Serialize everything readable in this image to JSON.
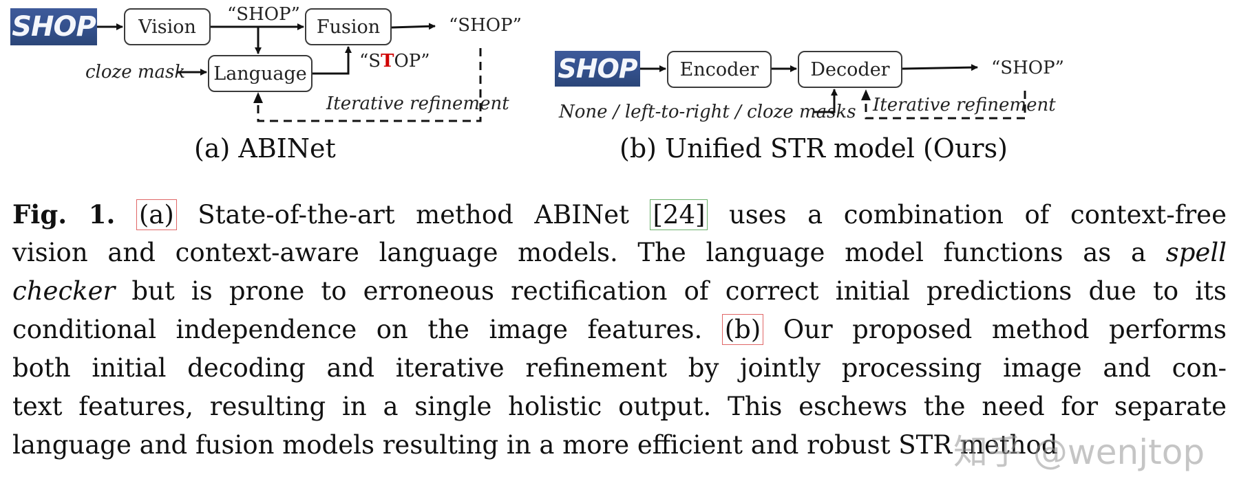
{
  "figure_a": {
    "image_text": "SHOP",
    "vision_label": "Vision",
    "language_label": "Language",
    "fusion_label": "Fusion",
    "vision_output": "“SHOP”",
    "language_output_pre": "“S",
    "language_output_err": "T",
    "language_output_post": "OP”",
    "fusion_output": "“SHOP”",
    "cloze_mask": "cloze mask",
    "iterative": "Iterative refinement",
    "caption": "(a) ABINet"
  },
  "figure_b": {
    "image_text": "SHOP",
    "encoder_label": "Encoder",
    "decoder_label": "Decoder",
    "output": "“SHOP”",
    "masks": "None / left-to-right / cloze masks",
    "iterative": "Iterative refinement",
    "caption": "(b) Unified STR model (Ours)"
  },
  "body": {
    "fig_label": "Fig. 1.",
    "ref_a": "(a)",
    "line1": "State-of-the-art method ABINet",
    "cite": "[24]",
    "line1_end": "uses a combination of context-free",
    "line2_pre": "vision and context-aware language models. The language model functions as a",
    "line2_ital": "spell",
    "line3_ital": "checker",
    "line3_rest": "but is prone to erroneous rectification of correct initial predictions due to its",
    "line4_pre": "conditional independence on the image features.",
    "ref_b": "(b)",
    "line4_post": "Our proposed method performs",
    "line5": "both initial decoding and iterative refinement by jointly processing image and con-",
    "line6": "text features, resulting in a single holistic output. This eschews the need for separate",
    "line7": "language and fusion models resulting in a more efficient and robust STR method"
  },
  "watermark": "知乎 @wenjtop"
}
